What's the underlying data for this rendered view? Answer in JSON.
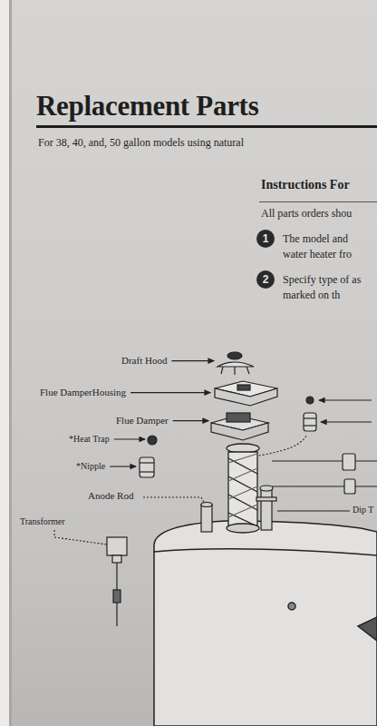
{
  "diagram": {
    "title": "Replacement Parts",
    "nodes": [
      {
        "text": [
          "1"
        ]
      },
      {
        "text": [
          "2"
        ]
      }
    ],
    "labels": [
      "For 38, 40, and, 50 gallon models using natural",
      "Instructions For",
      "All parts orders shou",
      "The model and water heater fro",
      "Specify type of as marked on th",
      "Draft Hood",
      "Flue DamperHousing",
      "Flue Damper",
      "*Heat Trap",
      "*Nipple",
      "Anode Rod",
      "Transformer",
      "Dip T"
    ]
  }
}
